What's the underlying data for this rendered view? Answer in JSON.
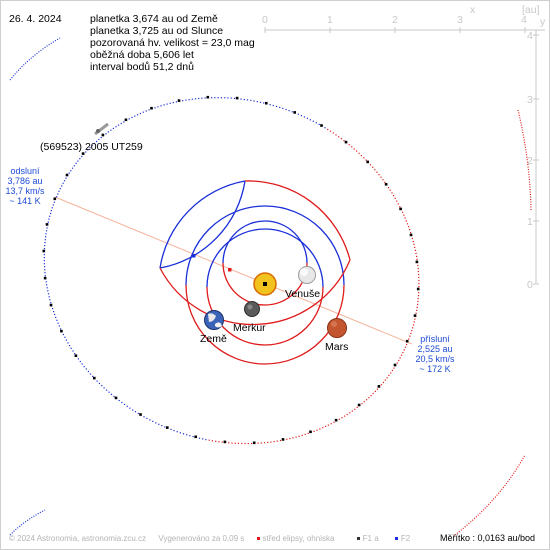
{
  "date": "26. 4. 2024",
  "info": [
    "planetka 3,674 au od Země",
    "planetka 3,725 au od Slunce",
    "pozorovaná hv. velikost = 23,0 mag",
    "oběžná doba 5,606 let",
    "interval bodů 51,2 dnů"
  ],
  "asteroid_label": "(569523) 2005 UT259",
  "aphelion": {
    "title": "odsluní",
    "dist": "3,786 au",
    "speed": "13,7 km/s",
    "temp": "~ 141 K"
  },
  "perihelion": {
    "title": "přísluní",
    "dist": "2,525 au",
    "speed": "20,5 km/s",
    "temp": "~ 172 K"
  },
  "planets": {
    "venus": "Venuše",
    "mercury": "Merkur",
    "earth": "Země",
    "mars": "Mars"
  },
  "axis": {
    "unit": "[au]",
    "x_name": "x",
    "y_name": "y",
    "x_ticks": [
      "0",
      "1",
      "2",
      "3",
      "4"
    ],
    "y_ticks": [
      "4",
      "3",
      "2",
      "1",
      "0"
    ]
  },
  "footer": {
    "copyright": "© 2024 Astronomia, astronomia.zcu.cz",
    "generated": "Vygenerováno za 0,09 s",
    "legend_center": "střed elipsy, ohniska",
    "legend_f1": "F1 a",
    "legend_f2": "F2"
  },
  "scale": "Měřítko : 0,0163 au/bod",
  "colors": {
    "orbit_blue": "#1a2fd9",
    "orbit_red": "#e01b1b",
    "apsis_line": "#f6b49a",
    "label_blue": "#1d4bd6",
    "axis_gray": "#c8c8c8"
  }
}
